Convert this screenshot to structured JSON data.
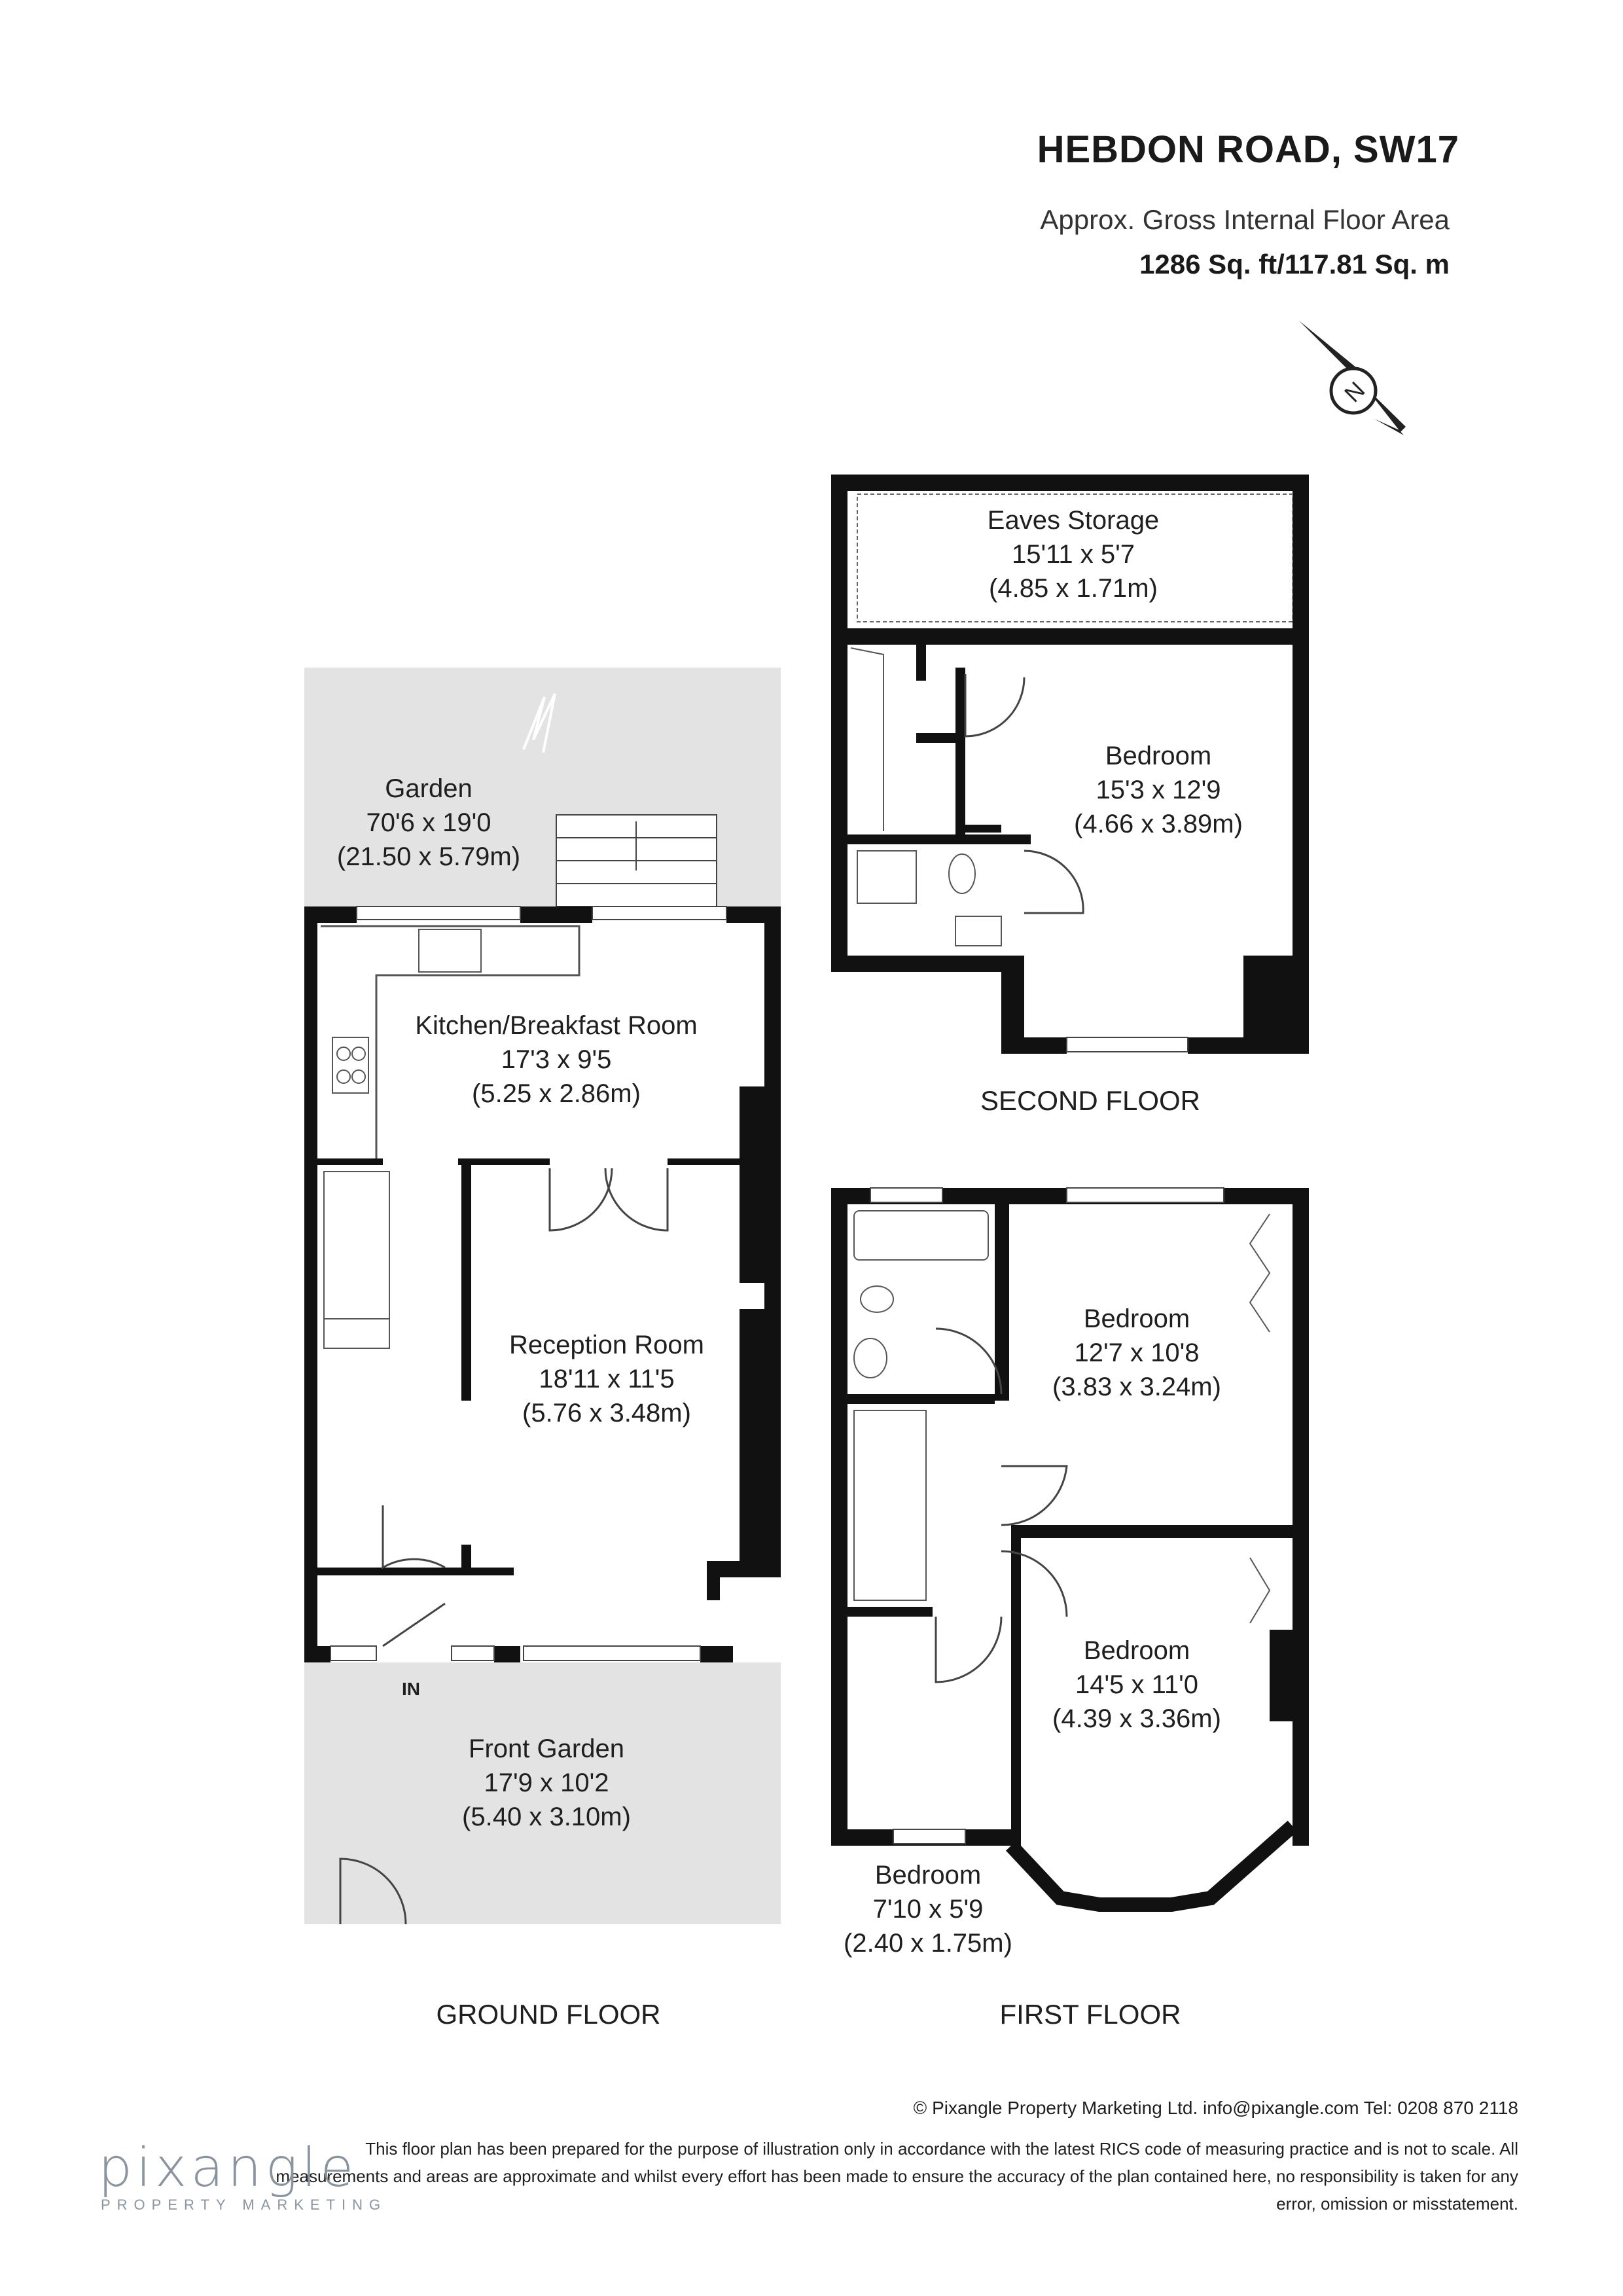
{
  "header": {
    "title": "HEBDON ROAD, SW17",
    "area_label": "Approx. Gross Internal Floor Area",
    "area_value": "1286 Sq. ft/117.81 Sq. m"
  },
  "compass": {
    "letter": "N",
    "icon": "compass-icon"
  },
  "floors": {
    "ground": "GROUND FLOOR",
    "first": "FIRST FLOOR",
    "second": "SECOND FLOOR"
  },
  "rooms": {
    "garden": {
      "name": "Garden",
      "imperial": "70'6 x 19'0",
      "metric": "(21.50 x 5.79m)"
    },
    "kitchen": {
      "name": "Kitchen/Breakfast Room",
      "imperial": "17'3 x 9'5",
      "metric": "(5.25 x 2.86m)"
    },
    "reception": {
      "name": "Reception Room",
      "imperial": "18'11 x 11'5",
      "metric": "(5.76 x 3.48m)"
    },
    "front_garden": {
      "name": "Front Garden",
      "imperial": "17'9 x 10'2",
      "metric": "(5.40 x 3.10m)"
    },
    "entrance": "IN",
    "eaves": {
      "name": "Eaves Storage",
      "imperial": "15'11 x 5'7",
      "metric": "(4.85 x 1.71m)"
    },
    "second_bedroom": {
      "name": "Bedroom",
      "imperial": "15'3 x 12'9",
      "metric": "(4.66 x 3.89m)"
    },
    "first_bedroom_rear": {
      "name": "Bedroom",
      "imperial": "12'7 x 10'8",
      "metric": "(3.83 x 3.24m)"
    },
    "first_bedroom_front": {
      "name": "Bedroom",
      "imperial": "14'5 x 11'0",
      "metric": "(4.39 x 3.36m)"
    },
    "first_bedroom_small": {
      "name": "Bedroom",
      "imperial": "7'10 x 5'9",
      "metric": "(2.40 x 1.75m)"
    }
  },
  "footer": {
    "copyright": "© Pixangle Property Marketing Ltd. info@pixangle.com Tel: 0208 870 2118",
    "disclaimer": "This floor plan has been prepared for the purpose of illustration only in accordance with the latest RICS code of measuring practice and is not to scale. All measurements and areas are approximate and whilst every effort has been made to ensure the accuracy of the plan contained here, no responsibility is taken for any error, omission or misstatement.",
    "brand": "pixangle",
    "brand_sub": "PROPERTY MARKETING"
  },
  "colors": {
    "wall": "#111111",
    "garden": "#e3e3e3",
    "brand": "#8a94a0"
  }
}
